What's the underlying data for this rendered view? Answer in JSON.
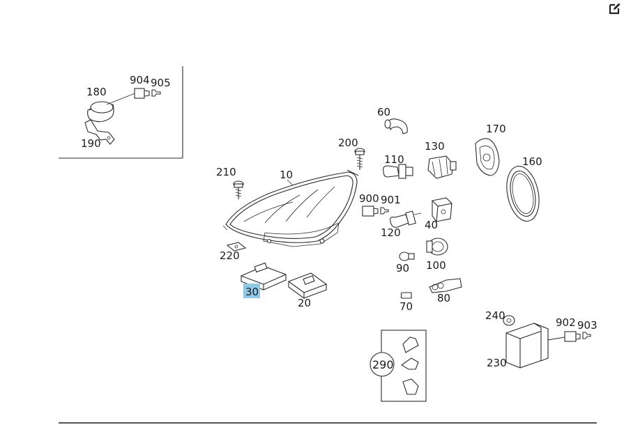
{
  "diagram": {
    "highlight_color": "#8ec9e8",
    "toolbar": {
      "edit_icon": "edit-icon"
    },
    "inset": {
      "labels": {
        "p180": "180",
        "p904": "904",
        "p905": "905",
        "p190": "190"
      }
    },
    "labels": {
      "p60": "60",
      "p200": "200",
      "p110": "110",
      "p130": "130",
      "p170": "170",
      "p160": "160",
      "p210": "210",
      "p10": "10",
      "p900": "900",
      "p901": "901",
      "p120": "120",
      "p40": "40",
      "p220": "220",
      "p90": "90",
      "p100": "100",
      "p30": "30",
      "p20": "20",
      "p70": "70",
      "p80": "80",
      "p240": "240",
      "p902": "902",
      "p903": "903",
      "p230": "230",
      "p290": "290"
    }
  }
}
